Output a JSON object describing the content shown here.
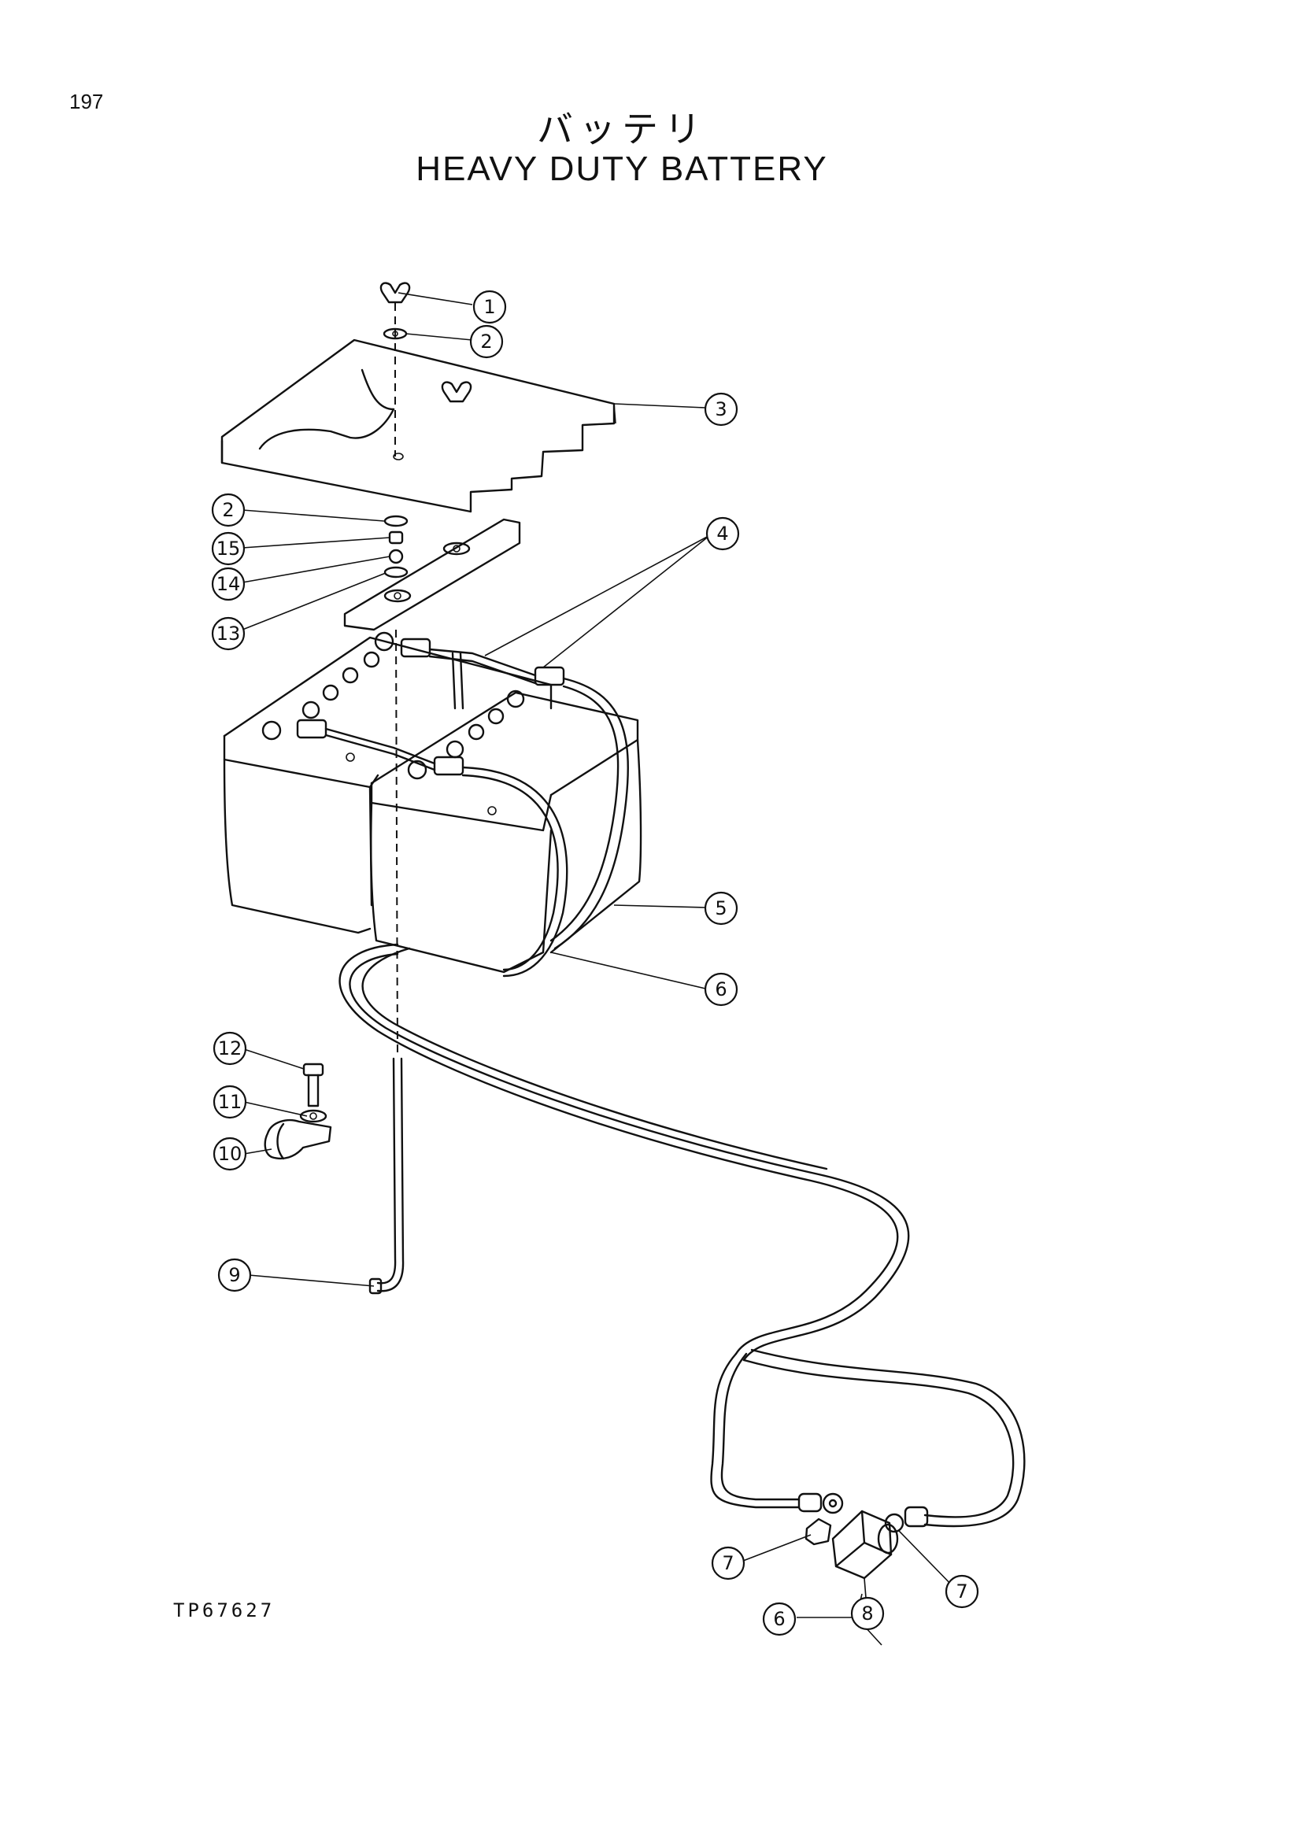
{
  "page": {
    "number": "197",
    "title_jp": "バッテリ",
    "title_en": "HEAVY DUTY BATTERY",
    "drawing_code": "TP67627"
  },
  "callouts": [
    {
      "id": "c1",
      "label": "1"
    },
    {
      "id": "c2a",
      "label": "2"
    },
    {
      "id": "c3",
      "label": "3"
    },
    {
      "id": "c2b",
      "label": "2"
    },
    {
      "id": "c15",
      "label": "15"
    },
    {
      "id": "c14",
      "label": "14"
    },
    {
      "id": "c13",
      "label": "13"
    },
    {
      "id": "c4",
      "label": "4"
    },
    {
      "id": "c5",
      "label": "5"
    },
    {
      "id": "c6a",
      "label": "6"
    },
    {
      "id": "c12",
      "label": "12"
    },
    {
      "id": "c11",
      "label": "11"
    },
    {
      "id": "c10",
      "label": "10"
    },
    {
      "id": "c9",
      "label": "9"
    },
    {
      "id": "c7a",
      "label": "7"
    },
    {
      "id": "c7b",
      "label": "7"
    },
    {
      "id": "c8",
      "label": "8"
    },
    {
      "id": "c6b",
      "label": "6"
    }
  ]
}
